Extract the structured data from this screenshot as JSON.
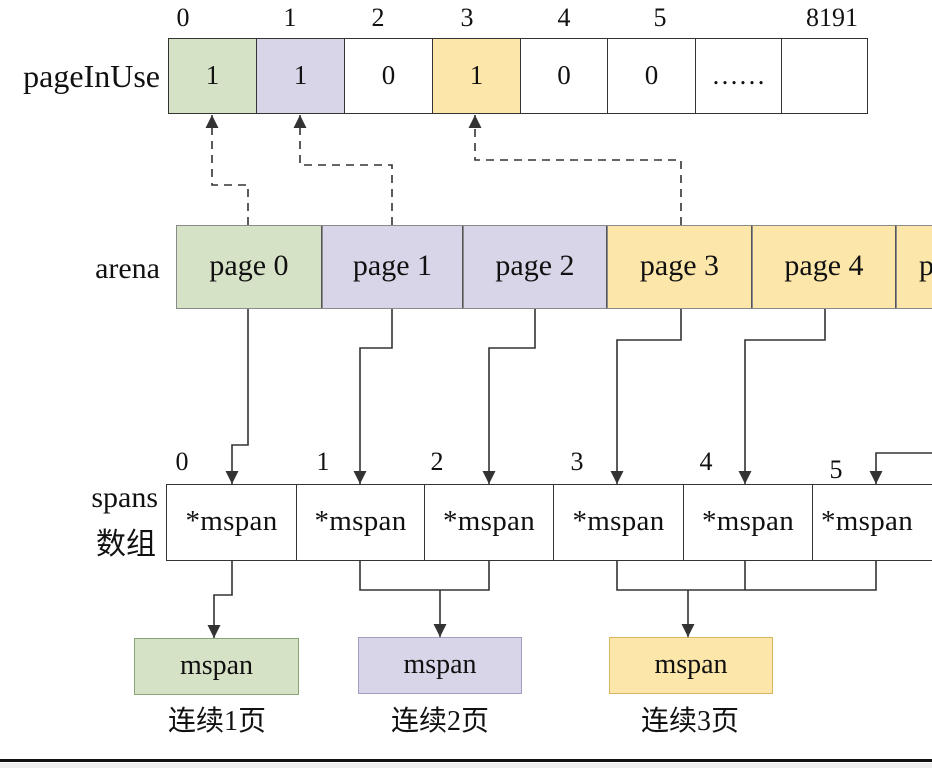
{
  "page_in_use": {
    "label": "pageInUse",
    "indices": [
      "0",
      "1",
      "2",
      "3",
      "4",
      "5",
      "8191"
    ],
    "cells": [
      "1",
      "1",
      "0",
      "1",
      "0",
      "0",
      "……",
      ""
    ]
  },
  "arena": {
    "label": "arena",
    "pages": [
      "page 0",
      "page 1",
      "page 2",
      "page 3",
      "page 4",
      "p"
    ]
  },
  "spans": {
    "label_line1": "spans",
    "label_line2": "数组",
    "indices": [
      "0",
      "1",
      "2",
      "3",
      "4",
      "5"
    ],
    "cells": [
      "*mspan",
      "*mspan",
      "*mspan",
      "*mspan",
      "*mspan",
      "*mspan"
    ]
  },
  "mspans": [
    {
      "label": "mspan",
      "caption": "连续1页"
    },
    {
      "label": "mspan",
      "caption": "连续2页"
    },
    {
      "label": "mspan",
      "caption": "连续3页"
    }
  ],
  "colors": {
    "green": "#d6e2c6",
    "lavender": "#d9d5e9",
    "yellow": "#fde6a9",
    "green_border": "#8ba676",
    "lavender_border": "#a39dc6",
    "yellow_border": "#d8b760",
    "line": "#333333",
    "rule": "#111111"
  }
}
